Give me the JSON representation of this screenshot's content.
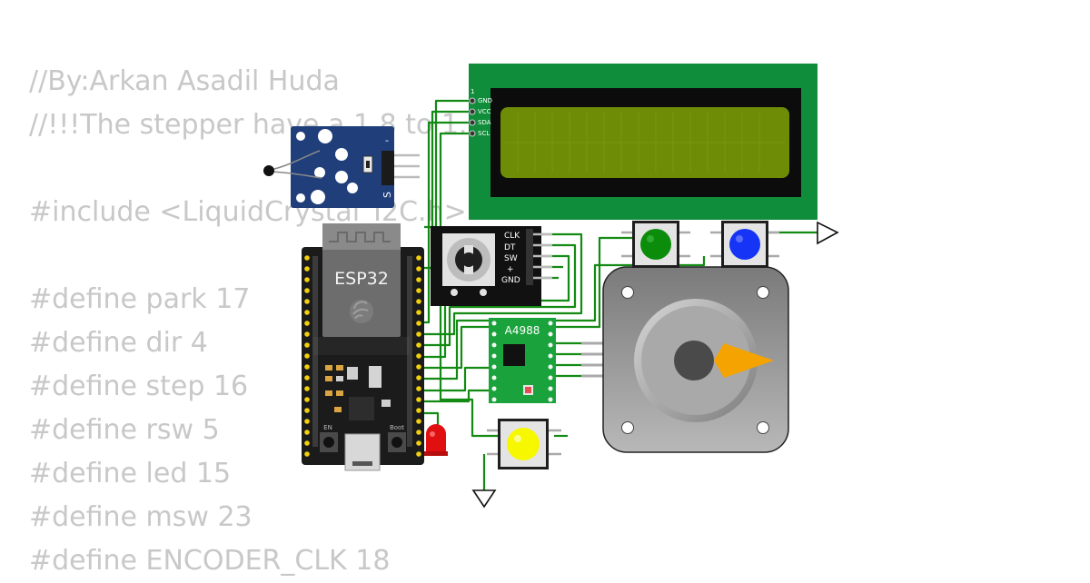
{
  "code_lines": [
    "//By:Arkan Asadil Huda",
    "//!!!The stepper have a 1.8 to 1.8",
    "",
    "#include <LiquidCrystal_I2C.h>",
    "",
    "#define park 17",
    "#define dir 4",
    "#define step 16",
    "#define rsw 5",
    "#define led 15",
    "#define msw 23",
    "#define ENCODER_CLK 18"
  ],
  "esp32": {
    "label": "ESP32",
    "en_label": "EN",
    "boot_label": "Boot"
  },
  "lcd": {
    "pins": [
      "1",
      "GND",
      "VCC",
      "SDA",
      "SCL"
    ]
  },
  "encoder": {
    "pins": [
      "CLK",
      "DT",
      "SW",
      "+",
      "GND"
    ]
  },
  "driver": {
    "label": "A4988"
  },
  "sensor": {
    "pin_minus": "-",
    "pin_s": "S"
  },
  "colors": {
    "wire": "#138a13",
    "lcd_pcb": "#108d3a",
    "lcd_screen": "#6e8c06",
    "esp_board": "#1b1b1b",
    "button_green": "#0b8d0b",
    "button_blue": "#1634f5",
    "button_yellow": "#f7f700",
    "led_red": "#e01010",
    "stepper_body": "#9a9a9a",
    "stepper_pointer": "#f5a300",
    "driver_pcb": "#1aa33c",
    "sensor_pcb": "#1f3e7a"
  }
}
